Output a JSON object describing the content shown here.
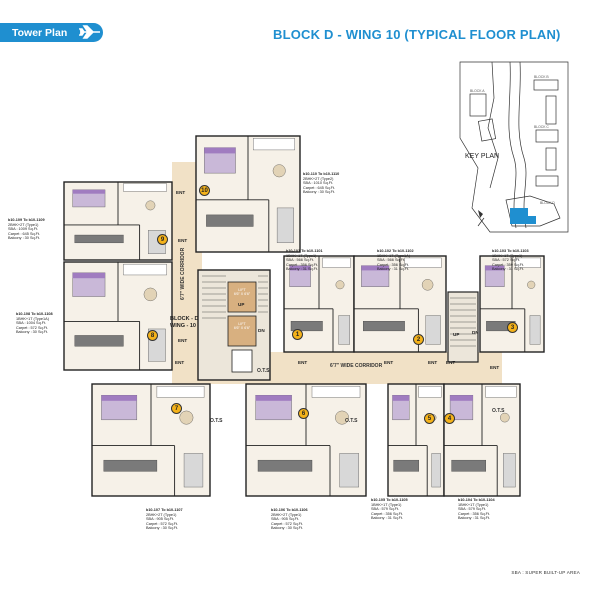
{
  "header": {
    "tab_label": "Tower Plan",
    "title": "BLOCK D - WING 10 (TYPICAL FLOOR PLAN)"
  },
  "key_plan": {
    "label": "KEY PLAN",
    "block_labels": [
      "BLOCK A",
      "BLOCK B",
      "BLOCK C",
      "BLOCK D"
    ]
  },
  "wing_label": [
    "BLOCK - D",
    "WING - 10"
  ],
  "corridor_horizontal": "6'7\" WIDE CORRIDOR",
  "corridor_vertical": "6'7\" WIDE CORRIDOR",
  "ots": "O.T.S",
  "ent": "ENT",
  "up": "UP",
  "dn": "DN",
  "lift_label": [
    "LIFT",
    "6'6\" X 6'6\""
  ],
  "footer": "SBA : SUPER BUILT-UP AREA",
  "unit_numbers": [
    "1",
    "2",
    "3",
    "4",
    "5",
    "6",
    "7",
    "8",
    "9",
    "10"
  ],
  "units": [
    {
      "id": "u110",
      "lines": [
        "b10-110 To b10-1110",
        "2BHK+2T (Type2)",
        "SBA : 1010 Sq.Ft.",
        "Carpet : 645 Sq.Ft.",
        "Balcony : 30 Sq.Ft."
      ]
    },
    {
      "id": "u109",
      "lines": [
        "b10-109 To b10-1109",
        "2BHK+2T (Type1)",
        "SBA : 1009 Sq.Ft.",
        "Carpet : 645 Sq.Ft.",
        "Balcony : 30 Sq.Ft."
      ]
    },
    {
      "id": "u108",
      "lines": [
        "b10-108 To b10-1108",
        "1BHK+1T (Type1A)",
        "SBA : 1004 Sq.Ft.",
        "Carpet : 572 Sq.Ft.",
        "Balcony : 30 Sq.Ft."
      ]
    },
    {
      "id": "u101",
      "lines": [
        "b10-101 To b10-1101",
        "1BHK+1T (Type1)",
        "SBA : 566 Sq.Ft.",
        "Carpet : 356 Sq.Ft.",
        "Balcony : 31 Sq.Ft."
      ]
    },
    {
      "id": "u102",
      "lines": [
        "b10-102 To b10-1102",
        "1BHK+1T (Type1A)",
        "SBA : 566 Sq.Ft.",
        "Carpet : 356 Sq.Ft.",
        "Balcony : 31 Sq.Ft."
      ]
    },
    {
      "id": "u103",
      "lines": [
        "b10-103 To b10-1103",
        "1BHK+1T (Type1)",
        "SBA : 572 Sq.Ft.",
        "Carpet : 359 Sq.Ft.",
        "Balcony : 31 Sq.Ft."
      ]
    },
    {
      "id": "u107",
      "lines": [
        "b10-107 To b10-1107",
        "2BHK+2T (Type1)",
        "SBA : 905 Sq.Ft.",
        "Carpet : 572 Sq.Ft.",
        "Balcony : 30 Sq.Ft."
      ]
    },
    {
      "id": "u106",
      "lines": [
        "b10-106 To b10-1106",
        "2BHK+2T (Type1)",
        "SBA : 905 Sq.Ft.",
        "Carpet : 572 Sq.Ft.",
        "Balcony : 30 Sq.Ft."
      ]
    },
    {
      "id": "u105",
      "lines": [
        "b10-105 To b10-1105",
        "1BHK+1T (Type1)",
        "SBA : 579 Sq.Ft.",
        "Carpet : 356 Sq.Ft.",
        "Balcony : 31 Sq.Ft."
      ]
    },
    {
      "id": "u104",
      "lines": [
        "b10-104 To b10-1104",
        "1BHK+1T (Type1)",
        "SBA : 579 Sq.Ft.",
        "Carpet : 356 Sq.Ft.",
        "Balcony : 31 Sq.Ft."
      ]
    }
  ]
}
